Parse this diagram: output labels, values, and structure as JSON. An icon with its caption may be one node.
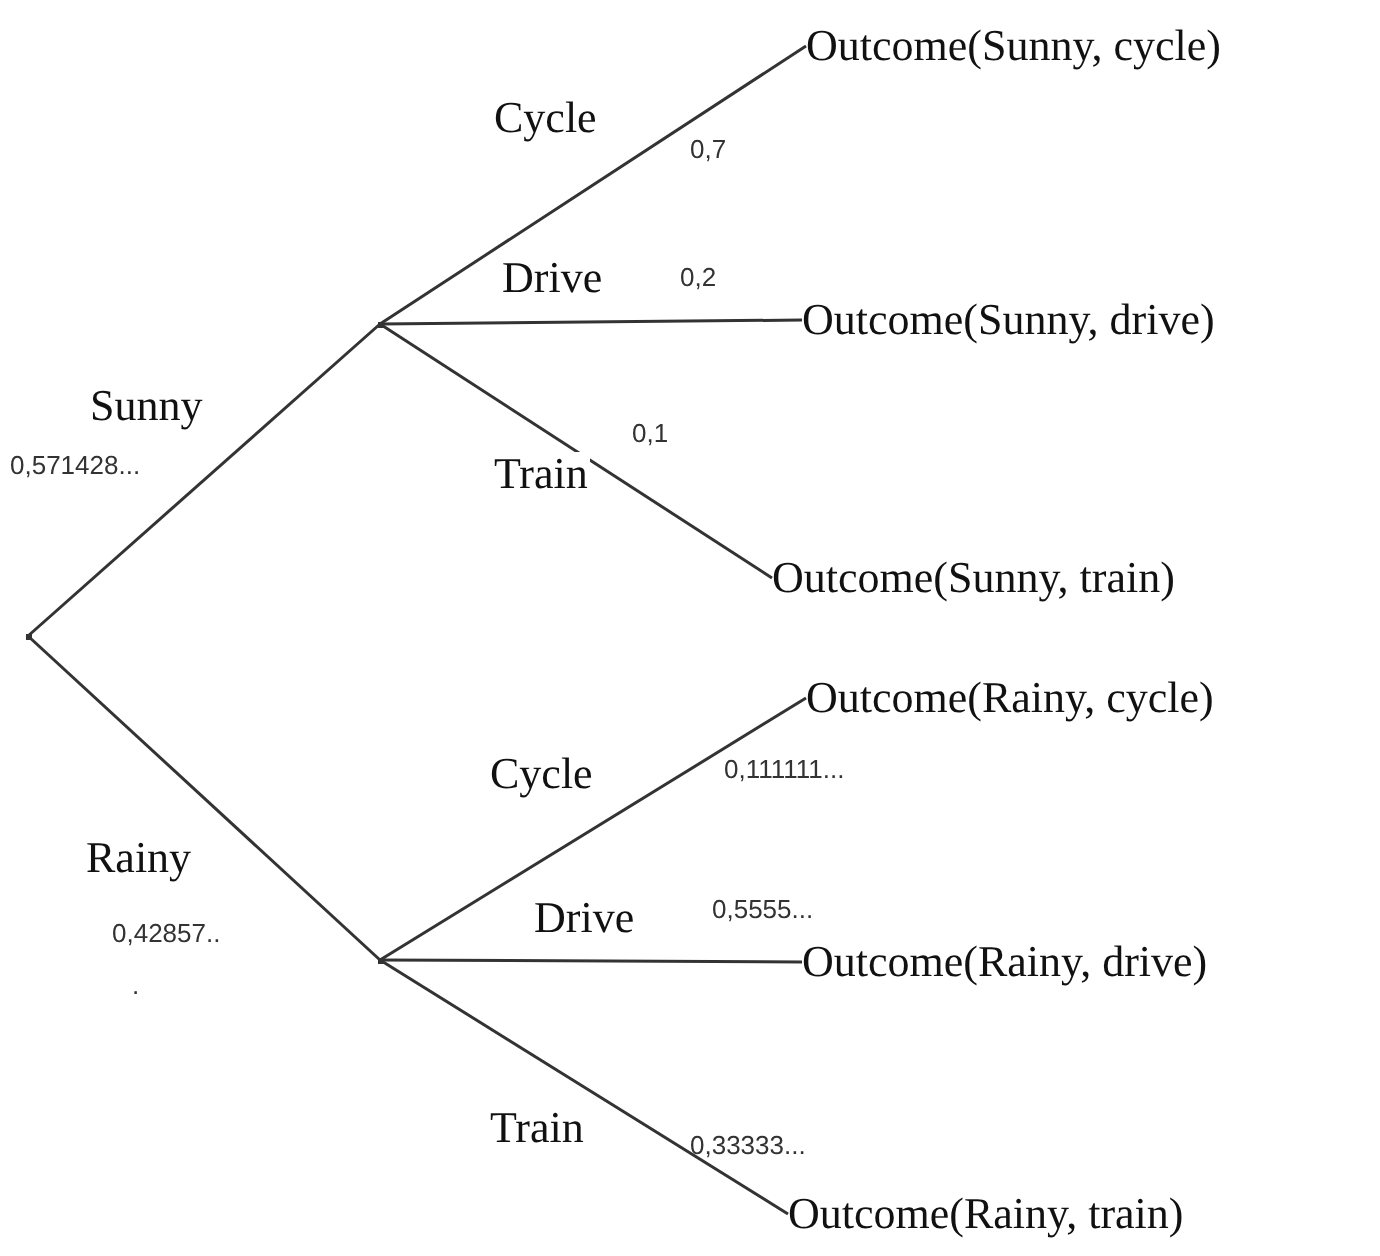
{
  "diagram": {
    "nodes": [
      {
        "text": [],
        "shape": "point"
      },
      {
        "text": [],
        "shape": "point"
      },
      {
        "text": [],
        "shape": "point"
      },
      {
        "text": [
          "Outcome(Sunny, cycle)"
        ]
      },
      {
        "text": [
          "Outcome(Sunny, drive)"
        ]
      },
      {
        "text": [
          "Outcome(Sunny, train)"
        ]
      },
      {
        "text": [
          "Outcome(Rainy, cycle)"
        ]
      },
      {
        "text": [
          "Outcome(Rainy, drive)"
        ]
      },
      {
        "text": [
          "Outcome(Rainy, train)"
        ]
      }
    ],
    "edges": [
      {
        "from": 0,
        "to": 1,
        "arrow": "none",
        "label": "Sunny"
      },
      {
        "from": 0,
        "to": 2,
        "arrow": "none",
        "label": "Rainy"
      },
      {
        "from": 1,
        "to": 3,
        "arrow": "none",
        "label": "Cycle"
      },
      {
        "from": 1,
        "to": 4,
        "arrow": "none",
        "label": "Drive"
      },
      {
        "from": 1,
        "to": 5,
        "arrow": "none",
        "label": "Train"
      },
      {
        "from": 2,
        "to": 6,
        "arrow": "none",
        "label": "Cycle"
      },
      {
        "from": 2,
        "to": 7,
        "arrow": "none",
        "label": "Drive"
      },
      {
        "from": 2,
        "to": 8,
        "arrow": "none",
        "label": "Train"
      }
    ],
    "labels": [
      "0,571428...",
      "0,7",
      "0,2",
      "0,1",
      "0,111111...",
      "0,5555...",
      "0,42857..",
      ".",
      "0,33333..."
    ]
  }
}
